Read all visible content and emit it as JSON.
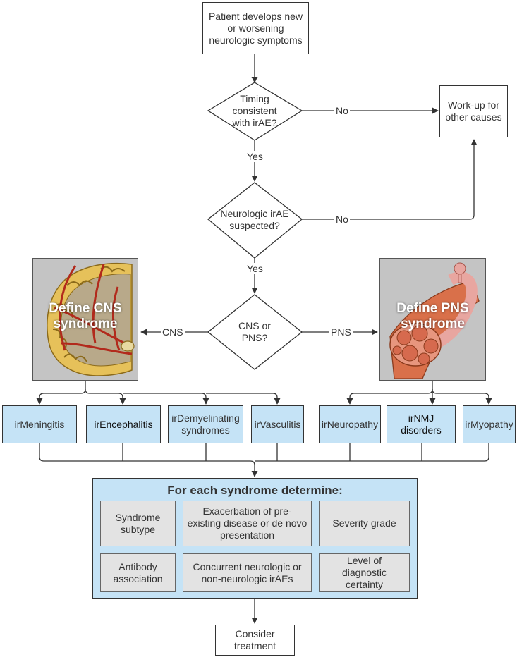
{
  "nodes": {
    "start": "Patient develops new or worsening neurologic symptoms",
    "timing": "Timing consistent with irAE?",
    "workup": "Work-up for other causes",
    "suspected": "Neurologic irAE suspected?",
    "cns_pns": "CNS or PNS?",
    "define_cns": "Define CNS syndrome",
    "define_pns": "Define PNS syndrome",
    "treatment": "Consider treatment"
  },
  "edges": {
    "no_timing": "No",
    "yes_timing": "Yes",
    "no_suspected": "No",
    "yes_suspected": "Yes",
    "cns": "CNS",
    "pns": "PNS"
  },
  "syndromes": {
    "cns": [
      "irMeningitis",
      "irEncephalitis",
      "irDemyelinating syndromes",
      "irVasculitis"
    ],
    "pns": [
      "irNeuropathy",
      "irNMJ disorders",
      "irMyopathy"
    ]
  },
  "determine": {
    "title": "For each syndrome determine:",
    "items": [
      "Syndrome subtype",
      "Exacerbation of pre-existing disease or de novo presentation",
      "Severity grade",
      "Antibody association",
      "Concurrent neurologic or non-neurologic irAEs",
      "Level of diagnostic certainty"
    ]
  },
  "colors": {
    "syndrome_box": "#c5e3f6",
    "criteria_box": "#e3e3e3",
    "illustration_bg": "#c4c4c4",
    "artery_red": "#b22a1c",
    "nerve_yellow": "#e6c15a",
    "muscle_orange": "#d9704a"
  },
  "icons": [
    "brain-section-illustration",
    "muscle-fiber-illustration"
  ]
}
